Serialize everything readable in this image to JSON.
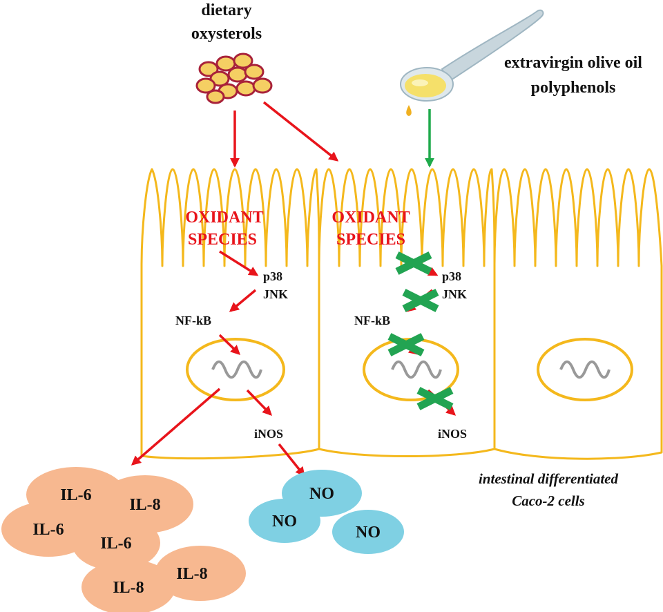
{
  "colors": {
    "membrane": "#f4b81c",
    "inhibit_arrow": "#e8141b",
    "block_arrow": "#1faa4b",
    "cross": "#22a452",
    "interleukin": "#f7b890",
    "nitric_oxide": "#7fd0e3",
    "oxidant_text": "#e8141b",
    "oil": "#f5e06a",
    "spoon": "#9fb6c2"
  },
  "icons": {
    "oxysterols": "particle-cluster-icon",
    "olive_oil": "spoon-icon",
    "dna": "dna-helix-icon",
    "block": "cross-x-icon"
  },
  "labels": {
    "dietary": "dietary",
    "oxysterols": "oxysterols",
    "olive_oil_line1": "extravirgin olive oil",
    "olive_oil_line2": "polyphenols",
    "oxidant_line1": "OXIDANT",
    "oxidant_line2": "SPECIES",
    "p38": "p38",
    "jnk": "JNK",
    "nfkb": "NF-kB",
    "inos": "iNOS",
    "cells_line1": "intestinal differentiated",
    "cells_line2": "Caco-2 cells",
    "il6": "IL-6",
    "il8": "IL-8",
    "no": "NO"
  }
}
